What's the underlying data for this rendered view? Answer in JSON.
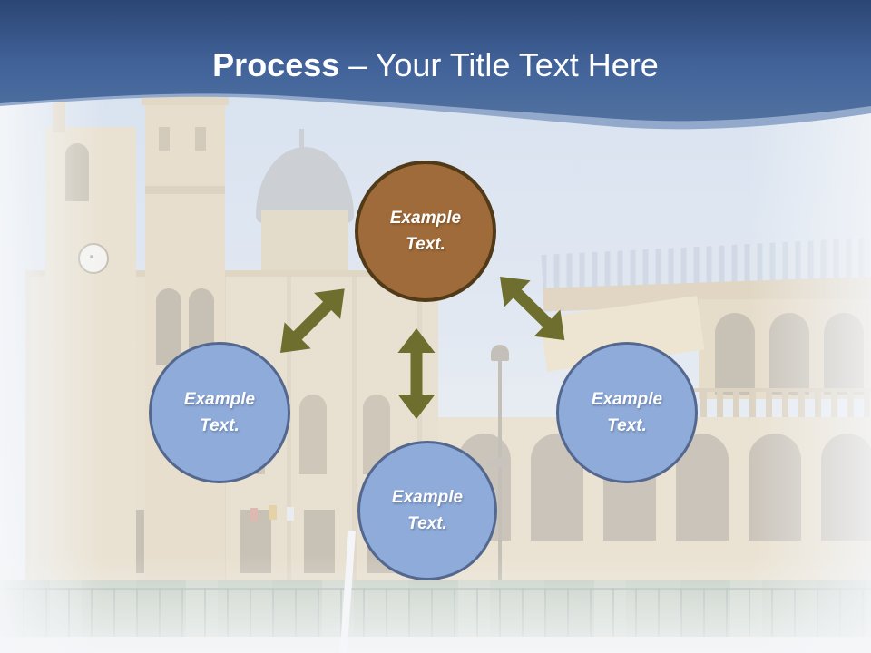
{
  "slide": {
    "header": {
      "title_emphasis": "Process",
      "title_rest": "– Your Title Text Here"
    },
    "diagram": {
      "nodes": [
        {
          "id": "top",
          "line1": "Example",
          "line2": "Text.",
          "fill": "#A06B3A",
          "border_color": "#503A17",
          "text_color": "#FFFFFF"
        },
        {
          "id": "left",
          "line1": "Example",
          "line2": "Text.",
          "fill": "#8FABD9",
          "border_color": "#54688F",
          "text_color": "#FFFFFF"
        },
        {
          "id": "bottom",
          "line1": "Example",
          "line2": "Text.",
          "fill": "#8FABD9",
          "border_color": "#54688F",
          "text_color": "#FFFFFF"
        },
        {
          "id": "right",
          "line1": "Example",
          "line2": "Text.",
          "fill": "#8FABD9",
          "border_color": "#54688F",
          "text_color": "#FFFFFF"
        }
      ],
      "connectors": [
        {
          "id": "top-to-left",
          "type": "double-headed-arrow",
          "color": "#6E6E2F"
        },
        {
          "id": "center-to-bottom",
          "type": "double-headed-arrow",
          "color": "#6E6E2F"
        },
        {
          "id": "top-to-right",
          "type": "double-headed-arrow",
          "color": "#6E6E2F"
        }
      ]
    },
    "theme": {
      "header_gradient_top": "#2B4674",
      "header_gradient_bottom": "#50719F",
      "header_wave_highlight": "#93A9CC",
      "title_color": "#FFFFFF"
    },
    "background": {
      "name": "faded-historic-building-photo"
    }
  }
}
